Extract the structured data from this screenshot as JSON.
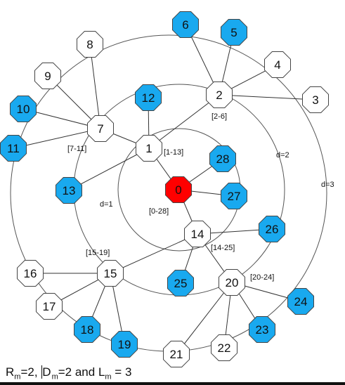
{
  "nodes": [
    {
      "id": "0",
      "label": "0",
      "kind": "root"
    },
    {
      "id": "1",
      "label": "1",
      "kind": "relay"
    },
    {
      "id": "2",
      "label": "2",
      "kind": "relay"
    },
    {
      "id": "3",
      "label": "3",
      "kind": "relay"
    },
    {
      "id": "4",
      "label": "4",
      "kind": "relay"
    },
    {
      "id": "5",
      "label": "5",
      "kind": "leaf"
    },
    {
      "id": "6",
      "label": "6",
      "kind": "leaf"
    },
    {
      "id": "7",
      "label": "7",
      "kind": "relay"
    },
    {
      "id": "8",
      "label": "8",
      "kind": "relay"
    },
    {
      "id": "9",
      "label": "9",
      "kind": "relay"
    },
    {
      "id": "10",
      "label": "10",
      "kind": "leaf"
    },
    {
      "id": "11",
      "label": "11",
      "kind": "leaf"
    },
    {
      "id": "12",
      "label": "12",
      "kind": "leaf"
    },
    {
      "id": "13",
      "label": "13",
      "kind": "leaf"
    },
    {
      "id": "14",
      "label": "14",
      "kind": "relay"
    },
    {
      "id": "15",
      "label": "15",
      "kind": "relay"
    },
    {
      "id": "16",
      "label": "16",
      "kind": "relay"
    },
    {
      "id": "17",
      "label": "17",
      "kind": "relay"
    },
    {
      "id": "18",
      "label": "18",
      "kind": "leaf"
    },
    {
      "id": "19",
      "label": "19",
      "kind": "leaf"
    },
    {
      "id": "20",
      "label": "20",
      "kind": "relay"
    },
    {
      "id": "21",
      "label": "21",
      "kind": "relay"
    },
    {
      "id": "22",
      "label": "22",
      "kind": "relay"
    },
    {
      "id": "23",
      "label": "23",
      "kind": "leaf"
    },
    {
      "id": "24",
      "label": "24",
      "kind": "leaf"
    },
    {
      "id": "25",
      "label": "25",
      "kind": "leaf"
    },
    {
      "id": "26",
      "label": "26",
      "kind": "leaf"
    },
    {
      "id": "27",
      "label": "27",
      "kind": "leaf"
    },
    {
      "id": "28",
      "label": "28",
      "kind": "leaf"
    }
  ],
  "edges": [
    [
      "0",
      "1"
    ],
    [
      "0",
      "28"
    ],
    [
      "0",
      "27"
    ],
    [
      "0",
      "14"
    ],
    [
      "1",
      "12"
    ],
    [
      "1",
      "7"
    ],
    [
      "1",
      "13"
    ],
    [
      "1",
      "2"
    ],
    [
      "2",
      "6"
    ],
    [
      "2",
      "5"
    ],
    [
      "2",
      "4"
    ],
    [
      "2",
      "3"
    ],
    [
      "7",
      "8"
    ],
    [
      "7",
      "9"
    ],
    [
      "7",
      "10"
    ],
    [
      "7",
      "11"
    ],
    [
      "14",
      "15"
    ],
    [
      "14",
      "20"
    ],
    [
      "14",
      "25"
    ],
    [
      "14",
      "26"
    ],
    [
      "15",
      "16"
    ],
    [
      "15",
      "17"
    ],
    [
      "15",
      "18"
    ],
    [
      "15",
      "19"
    ],
    [
      "20",
      "21"
    ],
    [
      "20",
      "22"
    ],
    [
      "20",
      "23"
    ],
    [
      "20",
      "24"
    ]
  ],
  "range_labels": {
    "n0": "[0-28]",
    "n1": "[1-13]",
    "n2": "[2-6]",
    "n7": "[7-11]",
    "n14": "[14-25]",
    "n15": "[15-19]",
    "n20": "[20-24]"
  },
  "ring_labels": {
    "d1": "d=1",
    "d2": "d=2",
    "d3": "d=3"
  },
  "caption": {
    "r_sym": "R",
    "r_sub": "m",
    "r_val": "=2, ",
    "d_sym": "D",
    "d_sub": "m",
    "d_val": "=2 and L",
    "l_sub": "m",
    "l_val": " = 3"
  },
  "colors": {
    "root": "#ff0000",
    "leaf": "#19a9ef",
    "relay": "#ffffff",
    "stroke": "#444444"
  }
}
